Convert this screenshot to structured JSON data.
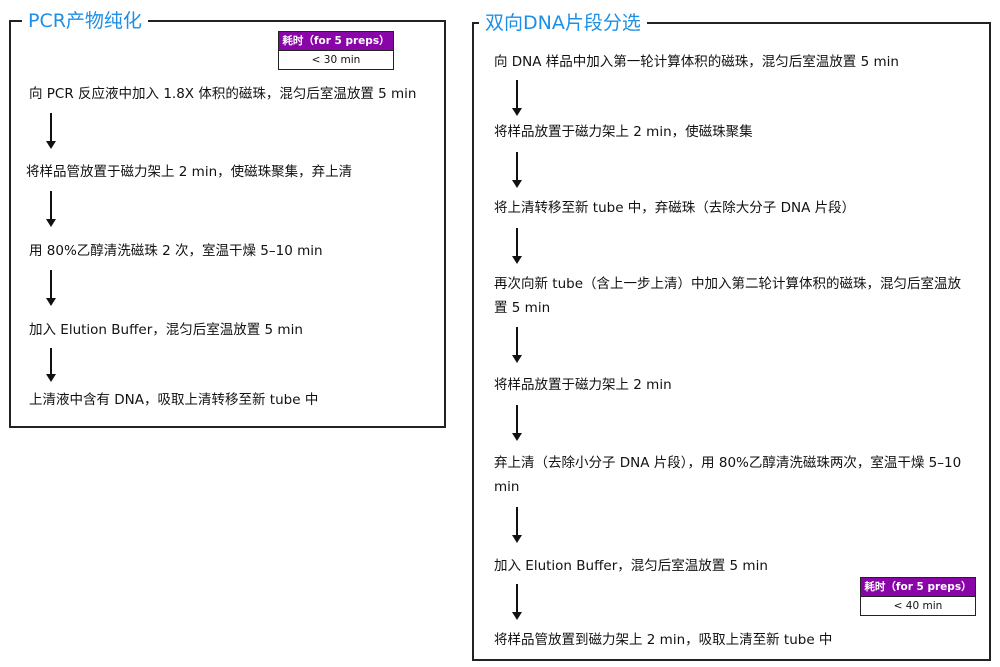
{
  "left": {
    "title": "PCR产物纯化",
    "time": {
      "header": "耗时（for 5 preps）",
      "value": "< 30 min"
    },
    "steps": [
      "向 PCR 反应液中加入 1.8X 体积的磁珠，混匀后室温放置 5 min",
      "将样品管放置于磁力架上 2 min，使磁珠聚集，弃上清",
      "用 80%乙醇清洗磁珠 2 次，室温干燥 5–10 min",
      "加入 Elution Buffer，混匀后室温放置 5 min",
      "上清液中含有 DNA，吸取上清转移至新 tube 中"
    ]
  },
  "right": {
    "title": "双向DNA片段分选",
    "time": {
      "header": "耗时（for 5 preps）",
      "value": "< 40 min"
    },
    "steps": [
      "向 DNA 样品中加入第一轮计算体积的磁珠，混匀后室温放置 5 min",
      "将样品放置于磁力架上 2 min，使磁珠聚集",
      "将上清转移至新 tube 中，弃磁珠（去除大分子 DNA 片段）",
      "再次向新 tube（含上一步上清）中加入第二轮计算体积的磁珠，混匀后室温放置 5 min",
      "将样品放置于磁力架上 2 min",
      "弃上清（去除小分子 DNA 片段），用 80%乙醇清洗磁珠两次，室温干燥 5–10 min",
      "加入 Elution Buffer，混匀后室温放置 5 min",
      "将样品管放置到磁力架上 2 min，吸取上清至新 tube 中"
    ]
  }
}
